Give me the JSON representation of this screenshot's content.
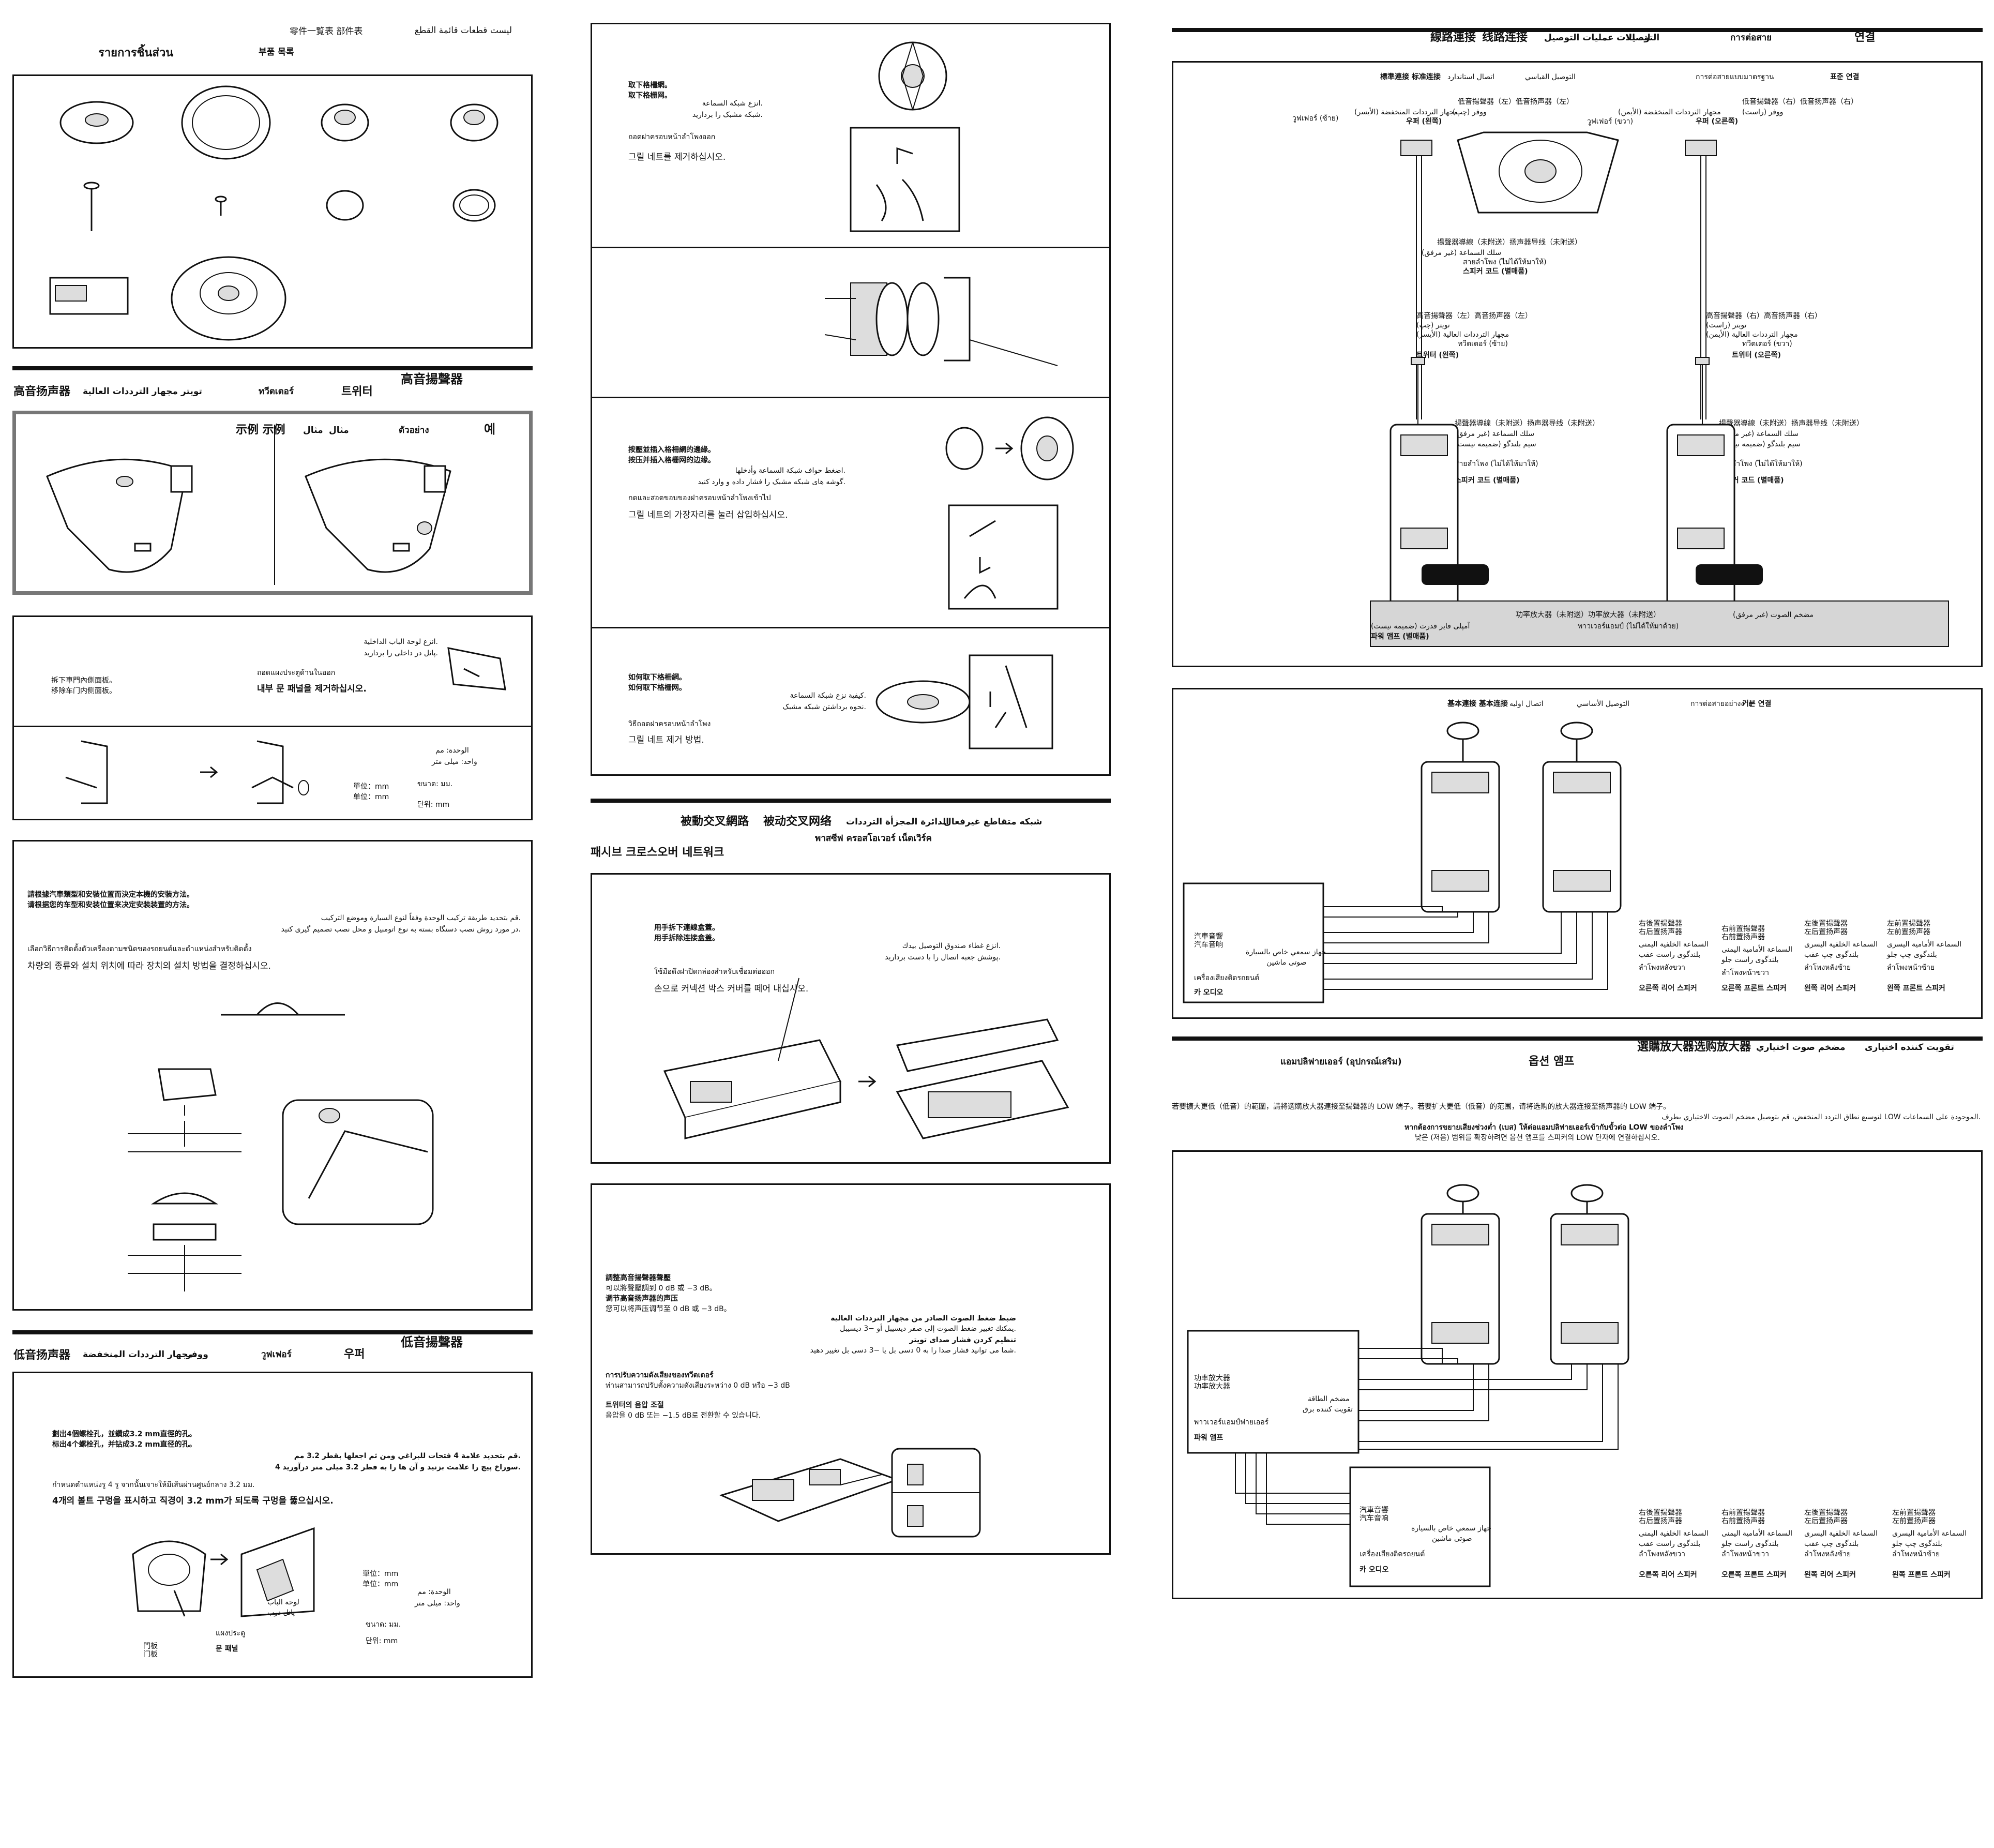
{
  "col1": {
    "parts_titles": {
      "ar": "ليست قطعات قائمة القطع",
      "ja_zh": "零件一覧表 部件表",
      "ko": "부품 목록",
      "th": "รายการชิ้นส่วน"
    },
    "tweeter_header": {
      "zh_tw": "高音揚聲器",
      "zh_cn": "高音扬声器",
      "ar": "مجهار الترددات العالية",
      "fa": "تویتر",
      "th": "ทวีตเตอร์",
      "ko": "트위터"
    },
    "example": {
      "zh": "示例 示例",
      "ar": "مثال",
      "fa": "مثال",
      "th": "ตัวอย่าง",
      "ko": "예"
    },
    "panel_removal": {
      "zh_tw": "拆下車門內側面板。",
      "zh_cn": "移除车门内侧面板。",
      "ar": "انزع لوحة الباب الداخلية.",
      "fa": "پانل در داخلی را بردارید.",
      "th": "ถอดแผงประตูด้านในออก",
      "ko": "내부 문 패널을 제거하십시오."
    },
    "unit": {
      "zh_tw": "單位：mm",
      "zh_cn": "单位：mm",
      "ar": "الوحدة: مم",
      "fa": "واحد: میلی متر",
      "th": "ขนาด: มม.",
      "ko": "단위: mm"
    },
    "method": {
      "zh_tw": "請根據汽車類型和安裝位置而決定本機的安裝方法。",
      "zh_cn": "请根据您的车型和安装位置来决定安装装置的方法。",
      "ar": "قم بتحديد طريقة تركيب الوحدة وفقاً لنوع السيارة وموضع التركيب.",
      "fa": "در مورد روش نصب دستگاه بسته به نوع اتومبیل و محل نصب تصمیم گیری کنید.",
      "th": "เลือกวิธีการติดตั้งตัวเครื่องตามชนิดของรถยนต์และตำแหน่งสำหรับติดตั้ง",
      "ko": "차량의 종류와 설치 위치에 따라 장치의 설치 방법을 결정하십시오."
    },
    "woofer_header": {
      "zh_tw": "低音揚聲器",
      "zh_cn": "低音扬声器",
      "ar": "مجهار الترددات المنخفضة",
      "fa": "ووفر",
      "th": "วูฟเฟอร์",
      "ko": "우퍼"
    },
    "holes": {
      "zh_tw": "劃出4個螺栓孔，並鑽成3.2 mm直徑的孔。",
      "zh_cn": "标出4个螺栓孔，并钻成3.2 mm直径的孔。",
      "ar": "قم بتحديد علامة 4 فتحات للبراغي ومن ثم اجعلها بقطر 3.2 مم.",
      "fa": "4 سوراخ پیچ را علامت بزنید و آن ها را به قطر 3.2 میلی متر درآورید.",
      "th": "กำหนดตำแหน่งรู 4 รู จากนั้นเจาะให้มีเส้นผ่านศูนย์กลาง 3.2 มม.",
      "ko": "4개의 볼트 구멍을 표시하고 직경이 3.2 mm가 되도록 구멍을 뚫으십시오."
    },
    "door_panel": {
      "zh": "門板\n门板",
      "ar": "لوحة الباب",
      "fa": "پانل درب",
      "th": "แผงประตู",
      "ko": "문 패널"
    }
  },
  "col2": {
    "grille_remove": {
      "zh_tw": "取下格柵網。",
      "zh_cn": "取下格栅网。",
      "ar": "انزع شبكة السماعة.",
      "fa": "شبکه مشبک را بردارید.",
      "th": "ถอดฝาครอบหน้าลำโพงออก",
      "ko": "그릴 네트를 제거하십시오."
    },
    "grille_insert": {
      "zh_tw": "按壓並插入格柵網的邊緣。",
      "zh_cn": "按压并插入格栅网的边缘。",
      "ar": "اضغط حواف شبكة السماعة وأدخلها.",
      "fa": "گوشه های شبکه مشبک را فشار داده و وارد کنید.",
      "th": "กดและสอดขอบของฝาครอบหน้าลำโพงเข้าไป",
      "ko": "그릴 네트의 가장자리를 눌러 삽입하십시오."
    },
    "grille_how": {
      "zh_tw": "如何取下格柵網。",
      "zh_cn": "如何取下格栅网。",
      "ar": "كيفية نزع شبكة السماعة.",
      "fa": "نحوه برداشتن شبکه مشبک.",
      "th": "วิธีถอดฝาครอบหน้าลำโพง",
      "ko": "그릴 네트 제거 방법."
    },
    "crossover_header": {
      "zh_tw": "被動交叉網路",
      "zh_cn": "被动交叉网络",
      "ar": "الدائرة المجزأة الترددات",
      "fa": "شبکه متقاطع غیرفعال",
      "th": "พาสซีฟ ครอสโอเวอร์ เน็ตเวิร์ค",
      "ko": "패시브 크로스오버 네트워크"
    },
    "box_cover": {
      "zh_tw": "用手拆下連線盒蓋。",
      "zh_cn": "用手拆除连接盒盖。",
      "ar": "انزع غطاء صندوق التوصيل بيدك.",
      "fa": "پوشش جعبه اتصال را با دست بردارید.",
      "th": "ใช้มือดึงฝาปิดกล่องสำหรับเชื่อมต่อออก",
      "ko": "손으로 커넥션 박스 커버를 떼어 내십시오."
    },
    "tweeter_level": {
      "zh_tw_title": "調整高音揚聲器聲壓",
      "zh_tw_body": "可以將聲壓調到 0 dB 或 −3 dB。",
      "zh_cn_title": "调节高音扬声器的声压",
      "zh_cn_body": "您可以将声压调节至 0 dB 或 −3 dB。",
      "ar_title": "ضبط ضغط الصوت الصادر من مجهار الترددات العالية",
      "ar_body": "يمكنك تغيير ضغط الصوت إلى صفر ديسيبل أو −3 ديسيبل.",
      "fa_title": "تنظیم کردن فشار صدای تویتر",
      "fa_body": "شما می توانید فشار صدا را به 0 دسی بل یا −3 دسی بل تغییر دهید.",
      "th_title": "การปรับความดังเสียงของทวีตเตอร์",
      "th_body": "ท่านสามารถปรับตั้งความดังเสียงระหว่าง 0 dB หรือ −3 dB",
      "ko_title": "트위터의 음압 조절",
      "ko_body": "음압을 0 dB 또는 −1.5 dB로 전환할 수 있습니다."
    }
  },
  "col3": {
    "connection_header": {
      "zh_tw": "線路連接",
      "zh_cn": "线路连接",
      "ar": "التوصيلات",
      "fa": "اتصالات عملیات التوصیل",
      "th": "การต่อสาย",
      "ko": "연결"
    },
    "std": {
      "zh": "標準連接 标准连接",
      "ar": "التوصيل القياسي",
      "fa": "اتصال استاندارد",
      "th": "การต่อสายแบบมาตรฐาน",
      "ko": "표준 연결"
    },
    "woofer_l": {
      "zh": "低音揚聲器（左）低音扬声器（左）",
      "ar": "مجهار الترددات المنخفضة (الأيسر)",
      "fa": "ووفر (چپ)",
      "th": "วูฟเฟอร์ (ซ้าย)",
      "ko": "우퍼 (왼쪽)"
    },
    "woofer_r": {
      "zh": "低音揚聲器（右）低音扬声器（右）",
      "ar": "مجهار الترددات المنخفضة (الأيمن)",
      "fa": "ووفر (راست)",
      "th": "วูฟเฟอร์ (ขวา)",
      "ko": "우퍼 (오른쪽)"
    },
    "tweeter_l": {
      "zh": "高音揚聲器（左）高音扬声器（左）",
      "ar": "مجهار الترددات العالية (الأيسر)",
      "fa": "تویتر (چپ)",
      "th": "ทวีตเตอร์ (ซ้าย)",
      "ko": "트위터 (왼쪽)"
    },
    "tweeter_r": {
      "zh": "高音揚聲器（右）高音扬声器（右）",
      "ar": "مجهار الترددات العالية (الأيمن)",
      "fa": "تویتر (راست)",
      "th": "ทวีตเตอร์ (ขวา)",
      "ko": "트위터 (오른쪽)"
    },
    "cord": {
      "zh": "揚聲器導線（未附送）扬声器导线（未附送）",
      "ar": "سلك السماعة (غير مرفق)",
      "fa": "سیم بلندگو (ضمیمه نیست)",
      "th": "สายลำโพง (ไม่ได้ให้มาให้)",
      "ko": "스피커 코드 (별매품)"
    },
    "amp": {
      "zh": "功率放大器（未附送）功率放大器（未附送）",
      "ar": "مضخم الصوت (غير مرفق)",
      "fa": "آمپلی فایر قدرت (ضمیمه نیست)",
      "th": "พาวเวอร์แอมป์ (ไม่ได้ให้มาด้วย)",
      "ko": "파워 앰프 (별매품)"
    },
    "basic": {
      "zh": "基本連接 基本连接",
      "ar": "التوصيل الأساسي",
      "fa": "اتصال اولیه",
      "th": "การต่อสายอย่างง่าย",
      "ko": "기본 연결"
    },
    "car_audio": {
      "zh": "汽車音響\n汽车音响",
      "ar": "جهاز سمعي خاص بالسيارة",
      "fa": "صوتی ماشین",
      "th": "เครื่องเสียงติดรถยนต์",
      "ko": "카 오디오"
    },
    "rr": {
      "zh": "右後置揚聲器\n右后置扬声器",
      "ar": "السماعة الخلفية اليمنى",
      "fa": "بلندگوی راست عقب",
      "th": "ลำโพงหลังขวา",
      "ko": "오른쪽 리어 스피커"
    },
    "fr": {
      "zh": "右前置揚聲器\n右前置扬声器",
      "ar": "السماعة الأمامية اليمنى",
      "fa": "بلندگوی راست جلو",
      "th": "ลำโพงหน้าขวา",
      "ko": "오른쪽 프론트 스피커"
    },
    "rl": {
      "zh": "左後置揚聲器\n左后置扬声器",
      "ar": "السماعة الخلفية اليسرى",
      "fa": "بلندگوی چپ عقب",
      "th": "ลำโพงหลังซ้าย",
      "ko": "왼쪽 리어 스피커"
    },
    "fl": {
      "zh": "左前置揚聲器\n左前置扬声器",
      "ar": "السماعة الأمامية اليسرى",
      "fa": "بلندگوی چپ جلو",
      "th": "ลำโพงหน้าซ้าย",
      "ko": "왼쪽 프론트 스피커"
    },
    "option": {
      "zh_tw": "選購放大器",
      "zh_cn": "选购放大器",
      "ar": "مضخم صوت اختياري",
      "fa": "تقویت کننده اختیاری",
      "th": "แอมปลิฟายเออร์ (อุปกรณ์เสริม)",
      "ko": "옵션 앰프"
    },
    "option_text": {
      "zh_tw": "若要擴大更低（低音）的範圍，請將選購放大器連接至揚聲器的 LOW 端子。若要扩大更低（低音）的范围，请将选购的放大器连接至扬声器的 LOW 端子。",
      "ar": "لتوسيع نطاق التردد المنخفض، قم بتوصيل مضخم الصوت الاختياري بطرف LOW الموجودة على السماعات.",
      "th": "หากต้องการขยายเสียงช่วงต่ำ (เบส) ให้ต่อแอมปลิฟายเออร์เข้ากับขั้วต่อ LOW ของลำโพง",
      "ko": "낮은 (저음) 범위를 확장하려면 옵션 앰프를 스피커의 LOW 단자에 연결하십시오."
    },
    "power_amp": {
      "zh": "功率放大器\n功率放大器",
      "ar": "مضخم الطاقة",
      "fa": "تقویت کننده برق",
      "th": "พาวเวอร์แอมป์ฟายเออร์",
      "ko": "파워 앰프"
    }
  }
}
